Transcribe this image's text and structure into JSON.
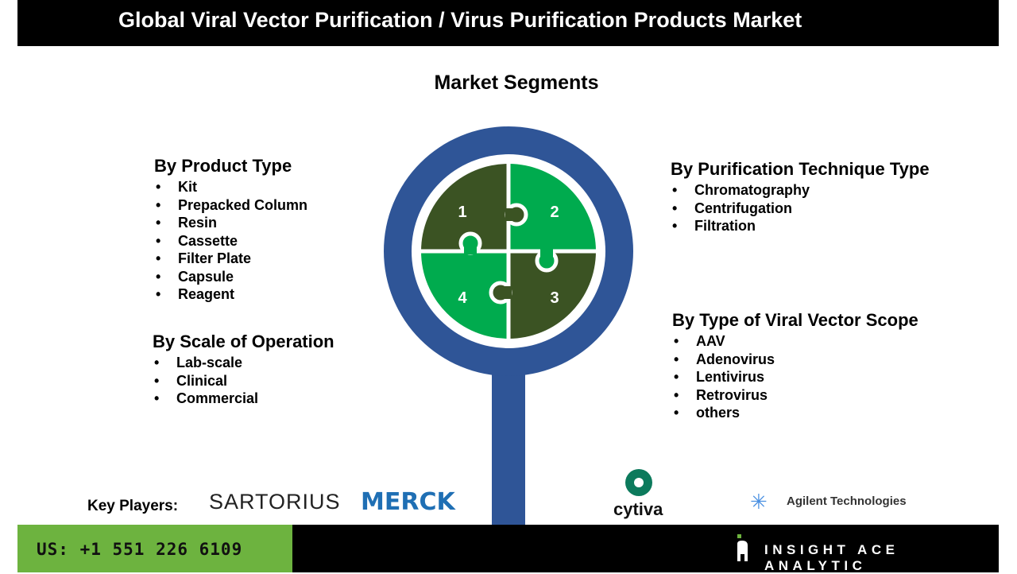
{
  "header": {
    "title": "Global Viral Vector Purification / Virus Purification Products Market"
  },
  "segments_title": "Market Segments",
  "groups": [
    {
      "title": "By Product Type",
      "items": [
        "Kit",
        "Prepacked Column",
        "Resin",
        "Cassette",
        "Filter Plate",
        "Capsule",
        "Reagent"
      ]
    },
    {
      "title": "By Scale of Operation",
      "items": [
        "Lab-scale",
        "Clinical",
        "Commercial"
      ]
    },
    {
      "title": "By Purification Technique Type",
      "items": [
        "Chromatography",
        "Centrifugation",
        "Filtration"
      ]
    },
    {
      "title": "By Type of Viral Vector Scope",
      "items": [
        "AAV",
        "Adenovirus",
        "Lentivirus",
        "Retrovirus",
        "others"
      ]
    }
  ],
  "puzzle": {
    "labels": [
      "1",
      "2",
      "3",
      "4"
    ],
    "colors": {
      "dark": "#3b5323",
      "light": "#00ab4e",
      "ring": "#2f5597"
    }
  },
  "key_players": {
    "label": "Key Players:",
    "logos": [
      "SARTORIUS",
      "MERCK",
      "cytiva",
      "Agilent Technologies"
    ]
  },
  "footer": {
    "phone": "US: +1 551 226 6109",
    "brand": "INSIGHT ACE ANALYTIC"
  }
}
